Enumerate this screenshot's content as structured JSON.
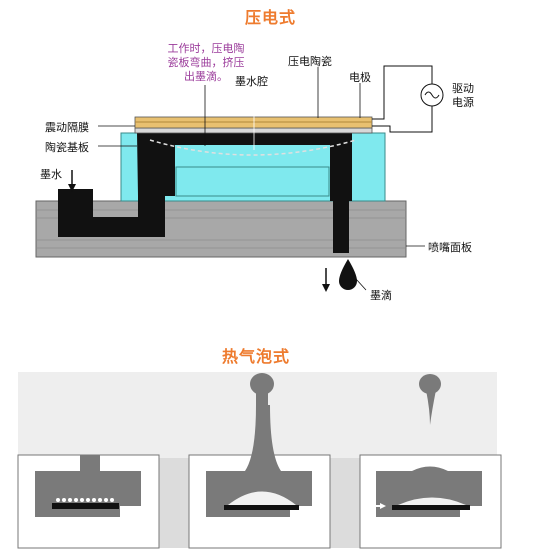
{
  "piezo": {
    "title": "压电式",
    "note_lines": [
      "工作时，压电陶",
      "瓷板弯曲，挤压",
      "出墨滴。"
    ],
    "labels": {
      "piezo_ceramic": "压电陶瓷",
      "electrode": "电极",
      "ink_cavity": "墨水腔",
      "vibration_membrane": "震动隔膜",
      "ceramic_substrate": "陶瓷基板",
      "ink": "墨水",
      "nozzle_plate": "喷嘴面板",
      "ink_drop": "墨滴",
      "drive_power_line1": "驱动",
      "drive_power_line2": "电源"
    }
  },
  "thermal": {
    "title": "热气泡式"
  },
  "colors": {
    "title": "#ee7b2e",
    "note": "#9b3c9b",
    "ink": "#111111",
    "substrate": "#7fe9ee",
    "plate": "#a8a8a8",
    "piezo_layer": "#e8c070",
    "thermal_ink": "#7a7a7a"
  }
}
